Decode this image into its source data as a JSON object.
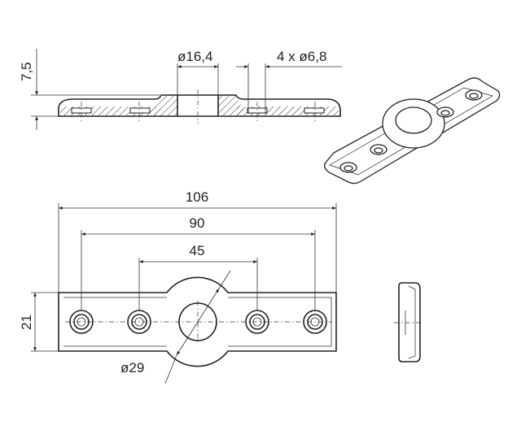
{
  "drawing": {
    "section_view": {
      "height_dim": "7,5",
      "center_hole_dim": "ø16,4",
      "mount_holes_dim": "4 x ø6,8"
    },
    "top_view": {
      "overall_length_dim": "106",
      "outer_hole_spacing_dim": "90",
      "inner_hole_spacing_dim": "45",
      "width_dim": "21",
      "boss_diameter_dim": "ø29"
    },
    "colors": {
      "line": "#222222",
      "background": "#ffffff"
    }
  }
}
